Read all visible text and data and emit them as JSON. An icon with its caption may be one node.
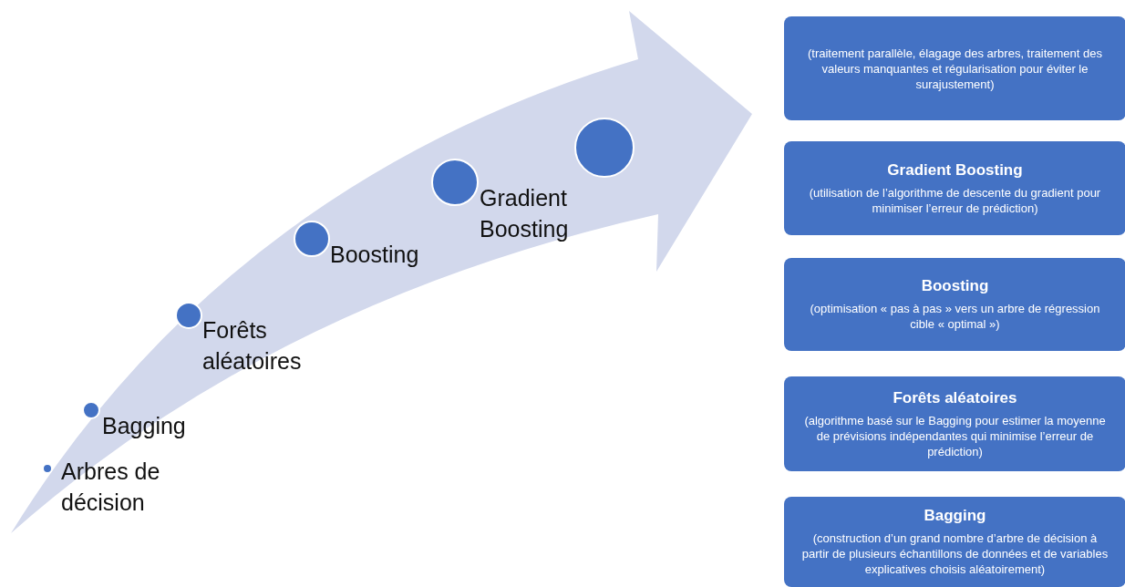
{
  "diagram": {
    "nodes": [
      {
        "text": [],
        "shape": "circle",
        "beside": [
          "Arbres de décision"
        ]
      },
      {
        "text": [],
        "shape": "circle",
        "beside": [
          "Bagging"
        ]
      },
      {
        "text": [],
        "shape": "circle",
        "beside": [
          "Forêts aléatoires"
        ]
      },
      {
        "text": [],
        "shape": "circle",
        "beside": [
          "Boosting"
        ]
      },
      {
        "text": [],
        "shape": "circle",
        "beside": [
          "Gradient Boosting"
        ]
      },
      {
        "text": [],
        "shape": "circle"
      },
      {
        "text": [
          "(traitement parallèle, élagage des arbres, traitement des valeurs manquantes et régularisation pour éviter le surajustement)"
        ]
      },
      {
        "text": [
          "Gradient Boosting",
          "(utilisation de l’algorithme de descente du gradient pour minimiser l’erreur de prédiction)"
        ]
      },
      {
        "text": [
          "Boosting",
          "(optimisation « pas à pas » vers un arbre de régression cible « optimal »)"
        ]
      },
      {
        "text": [
          "Forêts aléatoires",
          "(algorithme basé sur le Bagging pour estimer la moyenne de prévisions indépendantes qui minimise l’erreur de prédiction)"
        ]
      },
      {
        "text": [
          "Bagging",
          "(construction d’un grand nombre d’arbre de décision à partir de plusieurs échantillons de données et de variables explicatives choisis aléatoirement)"
        ]
      }
    ],
    "edges": []
  }
}
